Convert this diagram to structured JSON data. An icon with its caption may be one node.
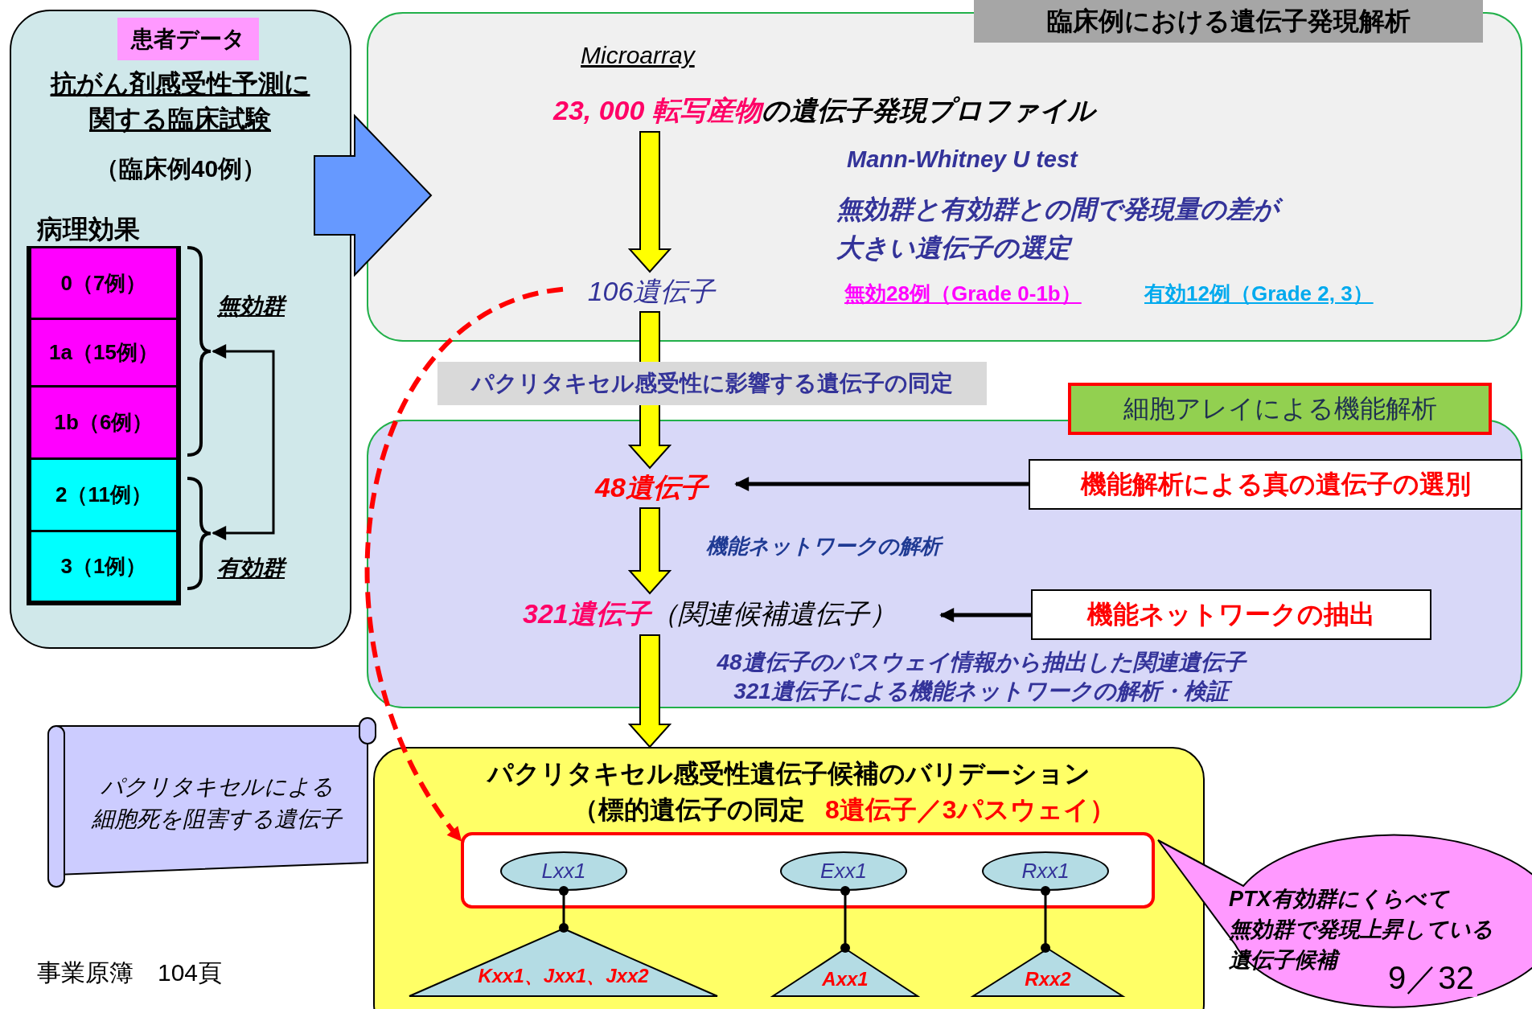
{
  "diagram": {
    "nodes": [
      {
        "text": [
          "抗がん剤感受性予測に関する臨床試験",
          "（臨床例40例）",
          "病理効果"
        ]
      },
      {
        "text": [
          "患者データ"
        ],
        "in": 0
      },
      {
        "text": [
          "0（7例）"
        ],
        "in": 0
      },
      {
        "text": [
          "1a（15例）"
        ],
        "in": 0
      },
      {
        "text": [
          "1b（6例）"
        ],
        "in": 0
      },
      {
        "text": [
          "2（11例）"
        ],
        "in": 0
      },
      {
        "text": [
          "3（1例）"
        ],
        "in": 0
      },
      {
        "text": [
          "臨床例における遺伝子発現解析"
        ]
      },
      {
        "text": [
          "23, 000 転写産物",
          "の遺伝子発現プロファイル"
        ],
        "in": 7
      },
      {
        "text": [
          "106遺伝子"
        ],
        "in": 7
      },
      {
        "text": [
          "細胞アレイによる機能解析"
        ]
      },
      {
        "text": [
          "48遺伝子"
        ],
        "in": 10
      },
      {
        "text": [
          "321遺伝子",
          "（関連候補遺伝子）"
        ],
        "in": 10
      },
      {
        "text": [
          "機能解析による真の遺伝子の選別"
        ],
        "in": 10
      },
      {
        "text": [
          "機能ネットワークの抽出"
        ],
        "in": 10
      },
      {
        "text": [
          "パクリタキセルによる細胞死を阻害する遺伝子"
        ]
      },
      {
        "text": [
          "パクリタキセル感受性遺伝子候補のバリデーション",
          "（標的遺伝子の同定",
          "8遺伝子／3パスウェイ）"
        ]
      },
      {
        "text": [],
        "shape": "box",
        "in": 16
      },
      {
        "text": [
          "Lxx1"
        ],
        "in": 17
      },
      {
        "text": [
          "Exx1"
        ],
        "in": 17
      },
      {
        "text": [
          "Rxx1"
        ],
        "in": 17
      },
      {
        "text": [
          "Kxx1、Jxx1、Jxx2"
        ],
        "in": 16
      },
      {
        "text": [
          "Axx1"
        ],
        "in": 16
      },
      {
        "text": [
          "Rxx2"
        ],
        "in": 16
      },
      {
        "text": [
          "PTX有効群にくらべて無効群で発現上昇している遺伝子候補"
        ]
      },
      {
        "text": [],
        "shape": "bracket",
        "in": 0
      },
      {
        "text": [],
        "shape": "bracket",
        "in": 0
      }
    ],
    "edges": [
      {
        "from": 0,
        "to": 7,
        "arrow": "to",
        "style": "thick",
        "color": "#6699ff"
      },
      {
        "from": 8,
        "to": 9,
        "arrow": "to",
        "style": "thick",
        "color": "#ffff00"
      },
      {
        "from": 9,
        "to": 11,
        "arrow": "to",
        "style": "thick",
        "color": "#ffff00",
        "label": "パクリタキセル感受性に影響する遺伝子の同定"
      },
      {
        "from": 11,
        "to": 12,
        "arrow": "to",
        "style": "thick",
        "color": "#ffff00"
      },
      {
        "from": 12,
        "to": 16,
        "arrow": "to",
        "style": "thick",
        "color": "#ffff00"
      },
      {
        "from": 13,
        "to": 11,
        "arrow": "to"
      },
      {
        "from": 14,
        "to": 12,
        "arrow": "to"
      },
      {
        "from": 9,
        "to": 17,
        "arrow": "to",
        "style": "dashed",
        "color": "#ff0000"
      },
      {
        "from": 18,
        "to": 21,
        "arrow": "other"
      },
      {
        "from": 19,
        "to": 22,
        "arrow": "other"
      },
      {
        "from": 20,
        "to": 23,
        "arrow": "other"
      },
      {
        "from": 25,
        "to": 26,
        "arrow": "both"
      }
    ],
    "labels": [
      "Microarray",
      "Mann-Whitney U test",
      "無効群と有効群との間で発現量の差が大きい遺伝子の選定",
      "無効28例（Grade 0-1b）",
      "有効12例（Grade 2, 3）",
      "機能ネットワークの解析",
      "48遺伝子のパスウェイ情報から抽出した関連遺伝子 321遺伝子による機能ネットワークの解析・検証",
      "無効群",
      "有効群",
      "事業原簿　104頁",
      "9／32"
    ]
  }
}
